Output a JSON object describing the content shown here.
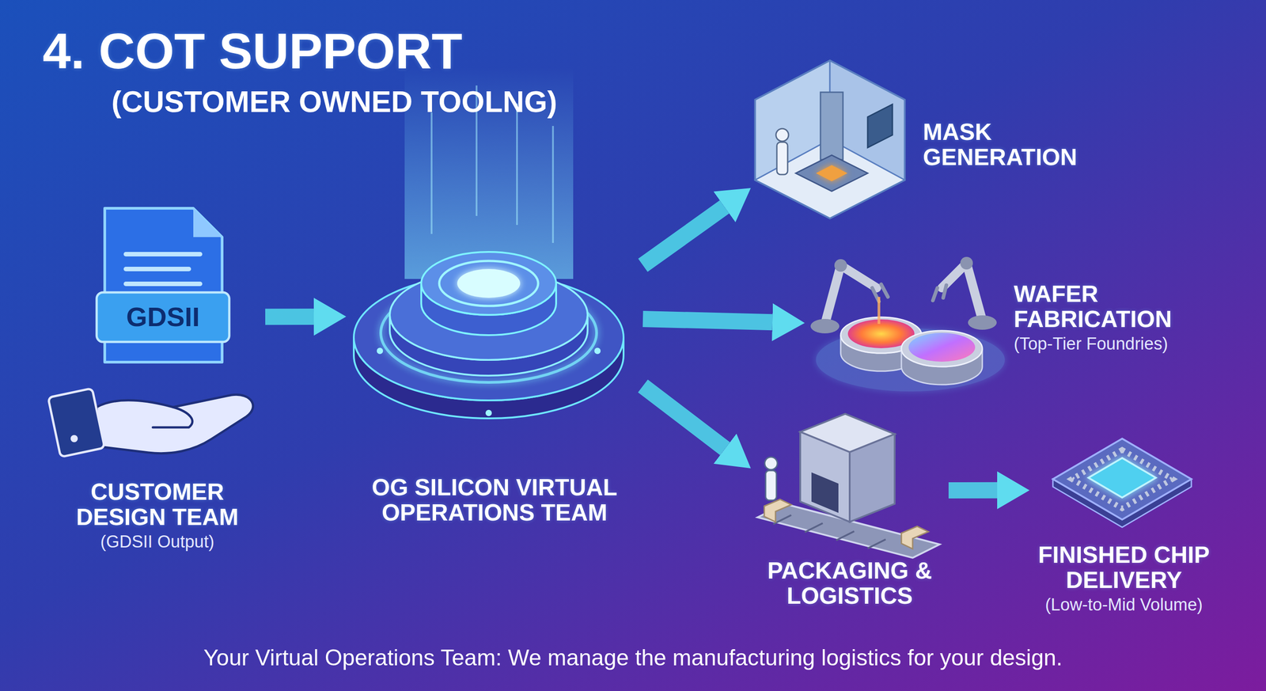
{
  "diagram": {
    "title": "4. COT SUPPORT",
    "caption": "Your Virtual Operations Team: We manage the manufacturing logistics for your design.",
    "nodes": [
      {
        "text": [
          "GDSII",
          "CUSTOMER DESIGN TEAM",
          "(GDSII Output)"
        ]
      },
      {
        "text": [
          "OG SILICON VIRTUAL OPERATIONS TEAM"
        ]
      },
      {
        "text": [
          "MASK GENERATION"
        ]
      },
      {
        "text": [
          "WAFER FABRICATION",
          "(Top-Tier Foundries)"
        ]
      },
      {
        "text": [
          "PACKAGING & LOGISTICS"
        ]
      },
      {
        "text": [
          "FINISHED CHIP DELIVERY",
          "(Low-to-Mid Volume)"
        ]
      }
    ],
    "edges": [
      {
        "from": 0,
        "to": 1,
        "arrow": "to"
      },
      {
        "from": 1,
        "to": 2,
        "arrow": "to"
      },
      {
        "from": 1,
        "to": 3,
        "arrow": "to"
      },
      {
        "from": 1,
        "to": 4,
        "arrow": "to"
      },
      {
        "from": 4,
        "to": 5,
        "arrow": "to"
      }
    ],
    "labels": [
      "(CUSTOMER OWNED TOOLNG)"
    ]
  }
}
